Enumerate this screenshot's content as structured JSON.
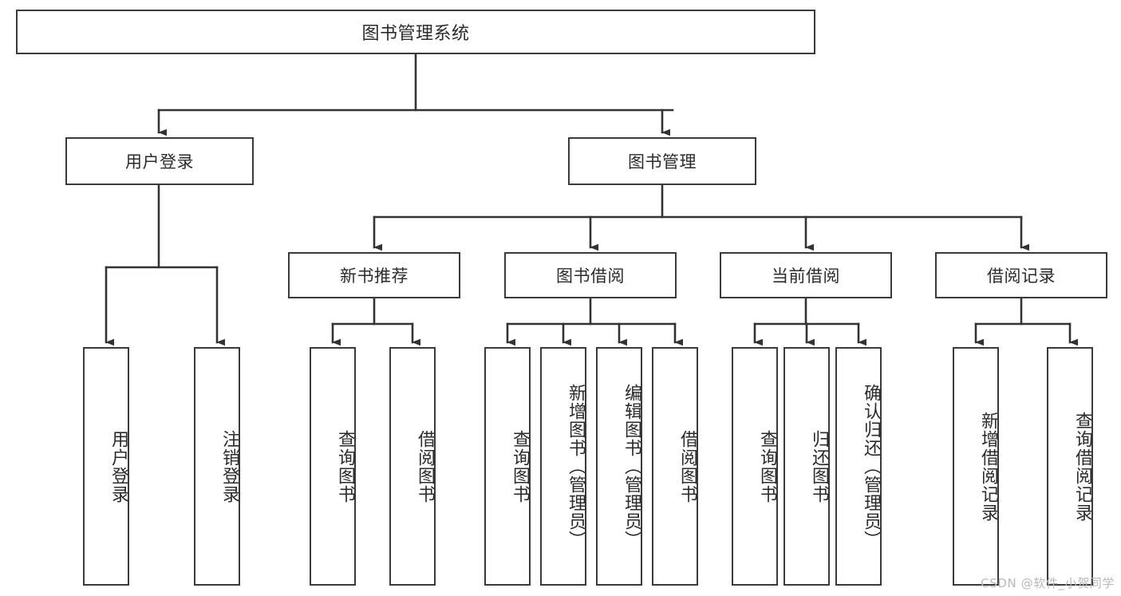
{
  "diagram": {
    "title": "图书管理系统",
    "type": "hierarchy-tree",
    "watermark": "CSDN @软件_小贺同学",
    "colors": {
      "box_border": "#3a3a3a",
      "box_fill": "#ffffff",
      "connector": "#333333",
      "text": "#2b2b2b",
      "watermark": "#b9b9b9",
      "background": "#ffffff"
    },
    "root": {
      "label": "图书管理系统"
    },
    "level2": [
      {
        "id": "user-login",
        "label": "用户登录"
      },
      {
        "id": "book-management",
        "label": "图书管理"
      }
    ],
    "level3": [
      {
        "id": "new-book-recommend",
        "label": "新书推荐",
        "parent": "book-management"
      },
      {
        "id": "book-borrow",
        "label": "图书借阅",
        "parent": "book-management"
      },
      {
        "id": "current-borrow",
        "label": "当前借阅",
        "parent": "book-management"
      },
      {
        "id": "borrow-record",
        "label": "借阅记录",
        "parent": "book-management"
      }
    ],
    "leaves": {
      "user-login": [
        {
          "id": "leaf-user-login",
          "label": "用户登录"
        },
        {
          "id": "leaf-user-logout",
          "label": "注销登录"
        }
      ],
      "new-book-recommend": [
        {
          "id": "leaf-query-book-1",
          "label": "查询图书"
        },
        {
          "id": "leaf-borrow-book-1",
          "label": "借阅图书"
        }
      ],
      "book-borrow": [
        {
          "id": "leaf-query-book-2",
          "label": "查询图书"
        },
        {
          "id": "leaf-add-book",
          "label": "新增图书（管理员）"
        },
        {
          "id": "leaf-edit-book",
          "label": "编辑图书（管理员）"
        },
        {
          "id": "leaf-borrow-book-2",
          "label": "借阅图书"
        }
      ],
      "current-borrow": [
        {
          "id": "leaf-query-book-3",
          "label": "查询图书"
        },
        {
          "id": "leaf-return-book",
          "label": "归还图书"
        },
        {
          "id": "leaf-confirm-return",
          "label": "确认归还（管理员）"
        }
      ],
      "borrow-record": [
        {
          "id": "leaf-add-record",
          "label": "新增借阅记录"
        },
        {
          "id": "leaf-query-record",
          "label": "查询借阅记录"
        }
      ]
    }
  }
}
